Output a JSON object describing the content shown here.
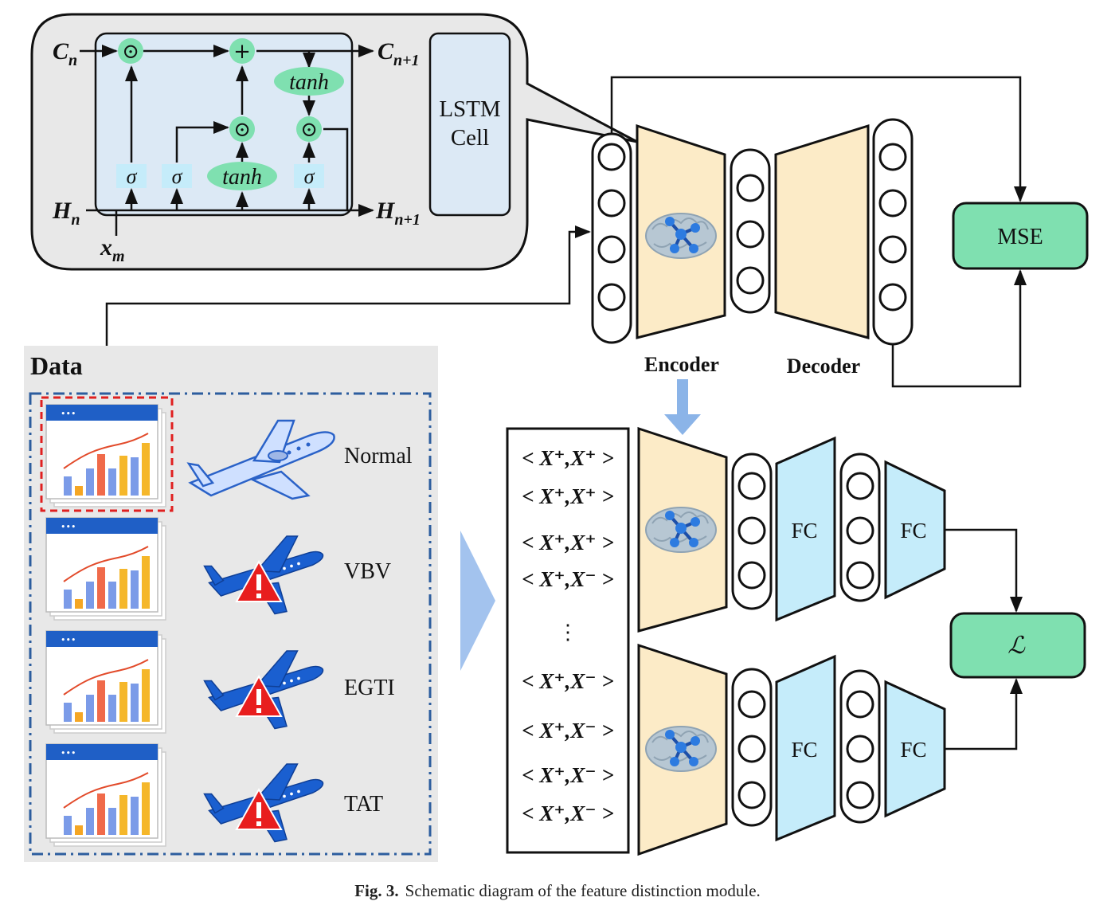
{
  "lstm": {
    "c_in": "C",
    "c_in_sub": "n",
    "c_out": "C",
    "c_out_sub": "n+1",
    "h_in": "H",
    "h_in_sub": "n",
    "h_out": "H",
    "h_out_sub": "n+1",
    "x_in": "x",
    "x_in_sub": "m",
    "sigma": "σ",
    "tanh": "tanh",
    "mult": "⊙",
    "plus": "+",
    "cell_label_1": "LSTM",
    "cell_label_2": "Cell"
  },
  "autoencoder": {
    "encoder_label": "Encoder",
    "decoder_label": "Decoder",
    "mse_label": "MSE"
  },
  "data_panel": {
    "title": "Data",
    "classes": [
      "Normal",
      "VBV",
      "EGTI",
      "TAT"
    ],
    "window_dots": "•••"
  },
  "pairs": {
    "items": [
      "< X⁺,X⁺ >",
      "< X⁺,X⁺ >",
      "< X⁺,X⁺ >",
      "< X⁺,X⁻ >",
      "< X⁺,X⁻ >",
      "< X⁺,X⁻ >",
      "< X⁺,X⁻ >",
      "< X⁺,X⁻ >"
    ],
    "ellipsis": "⋮"
  },
  "siamese": {
    "fc_label": "FC",
    "loss_label": "ℒ"
  },
  "caption": {
    "label": "Fig. 3.",
    "text": "Schematic diagram of the feature distinction module."
  },
  "colors": {
    "mint": "#7fe0b0",
    "encoder_fill": "#fcebc7",
    "fc_fill": "#c5ecfa",
    "lstm_fill": "#dce9f5",
    "gray_panel": "#e8e8e8",
    "dash_blue": "#2c5d9e",
    "dash_red": "#e02020",
    "plane_light": "#3a8ee6",
    "plane_dark": "#1a5fd0",
    "warning": "#e81e1e"
  }
}
